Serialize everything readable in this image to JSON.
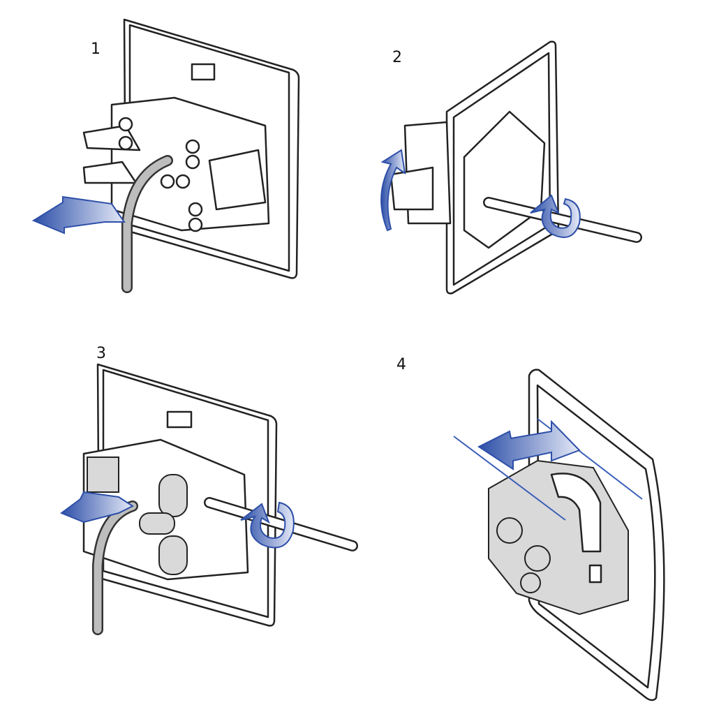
{
  "steps": [
    {
      "label": "1"
    },
    {
      "label": "2"
    },
    {
      "label": "3"
    },
    {
      "label": "4"
    }
  ],
  "colors": {
    "arrow": "#3a5fb8",
    "arrow_light": "#c9d3ee",
    "line": "#222222",
    "gray": "#d9d9d9"
  }
}
